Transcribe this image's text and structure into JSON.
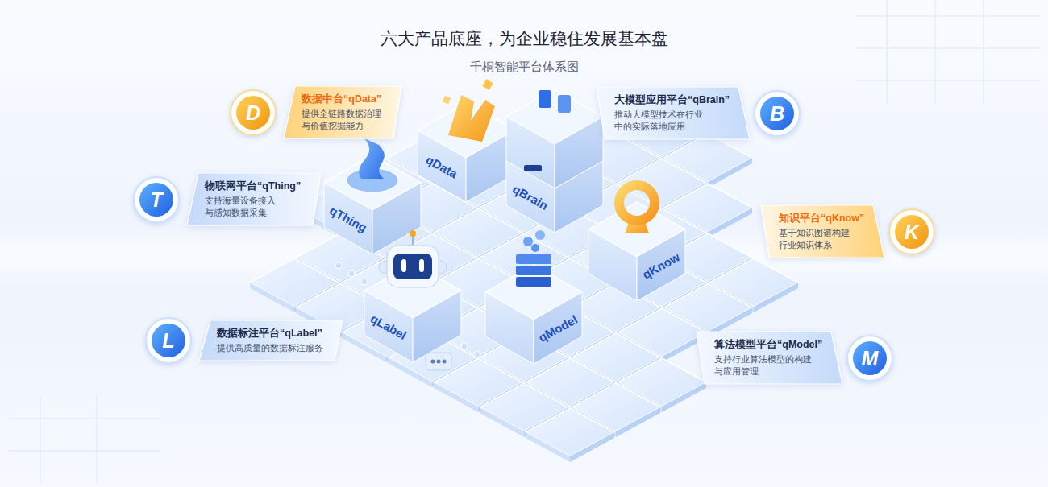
{
  "diagram": {
    "title": "六大产品底座，为企业稳住发展基本盘",
    "caption": "千桐智能平台体系图",
    "nodes": [
      {
        "text": [
          "数据中台“qData”",
          "提供全链路数据治理 与价值挖掘能力"
        ]
      },
      {
        "text": [
          "大模型应用平台“qBrain”",
          "推动大模型技术在行业 中的实际落地应用"
        ]
      },
      {
        "text": [
          "物联网平台“qThing”",
          "支持海量设备接入 与感知数据采集"
        ]
      },
      {
        "text": [
          "知识平台“qKnow”",
          "基于知识图谱构建 行业知识体系"
        ]
      },
      {
        "text": [
          "数据标注平台“qLabel”",
          "提供高质量的数据标注服务"
        ]
      },
      {
        "text": [
          "算法模型平台“qModel”",
          "支持行业算法模型的构建 与应用管理"
        ]
      }
    ],
    "labels": [
      "D",
      "B",
      "T",
      "K",
      "L",
      "M",
      "qData",
      "qBrain",
      "qThing",
      "qKnow",
      "qLabel",
      "qModel"
    ]
  }
}
